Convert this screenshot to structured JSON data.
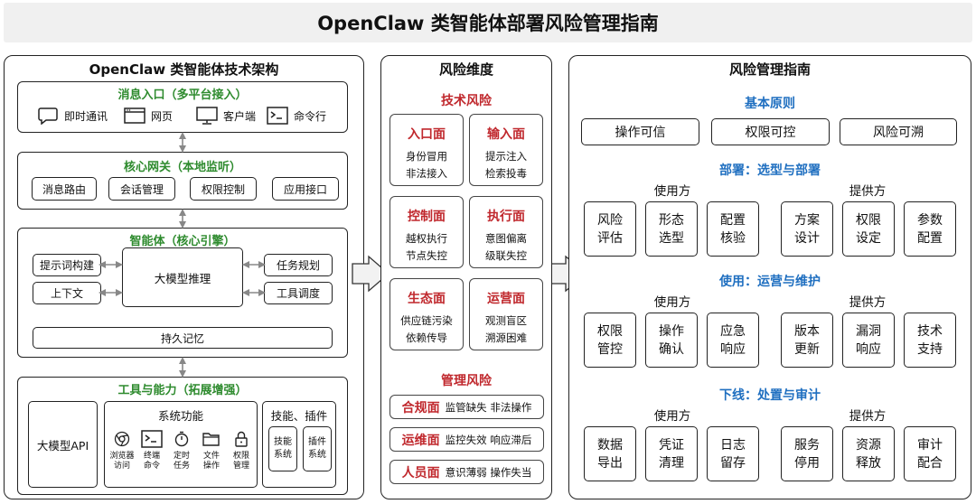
{
  "title": "OpenClaw 类智能体部署风险管理指南",
  "left": {
    "title": "OpenClaw 类智能体技术架构",
    "msg": {
      "title": "消息入口（多平台接入）",
      "items": [
        {
          "label": "即时通讯",
          "icon": "chat-bubble-icon"
        },
        {
          "label": "网页",
          "icon": "browser-window-icon"
        },
        {
          "label": "客户端",
          "icon": "monitor-icon"
        },
        {
          "label": "命令行",
          "icon": "terminal-icon"
        }
      ]
    },
    "gateway": {
      "title": "核心网关（本地监听）",
      "items": [
        "消息路由",
        "会话管理",
        "权限控制",
        "应用接口"
      ]
    },
    "agent": {
      "title": "智能体（核心引擎）",
      "center": "大模型推理",
      "left_items": [
        "提示词构建",
        "上下文"
      ],
      "right_items": [
        "任务规划",
        "工具调度"
      ],
      "memory": "持久记忆"
    },
    "tools": {
      "title": "工具与能力（拓展增强）",
      "llm_api": "大模型API",
      "sys_title": "系统功能",
      "sys_items": [
        {
          "label": "浏览器\n访问",
          "icon": "chrome-icon"
        },
        {
          "label": "终端\n命令",
          "icon": "terminal-icon"
        },
        {
          "label": "定时\n任务",
          "icon": "stopwatch-icon"
        },
        {
          "label": "文件\n操作",
          "icon": "folder-icon"
        },
        {
          "label": "权限\n管理",
          "icon": "lock-icon"
        }
      ],
      "skills_title": "技能、插件",
      "skills_items": [
        "技能\n系统",
        "插件\n系统"
      ]
    }
  },
  "middle": {
    "title": "风险维度",
    "tech_title": "技术风险",
    "tech_items": [
      {
        "head": "入口面",
        "lines": [
          "身份冒用",
          "非法接入"
        ]
      },
      {
        "head": "输入面",
        "lines": [
          "提示注入",
          "检索投毒"
        ]
      },
      {
        "head": "控制面",
        "lines": [
          "越权执行",
          "节点失控"
        ]
      },
      {
        "head": "执行面",
        "lines": [
          "意图偏离",
          "级联失控"
        ]
      },
      {
        "head": "生态面",
        "lines": [
          "供应链污染",
          "依赖传导"
        ]
      },
      {
        "head": "运营面",
        "lines": [
          "观测盲区",
          "溯源困难"
        ]
      }
    ],
    "mgmt_title": "管理风险",
    "mgmt_items": [
      {
        "head": "合规面",
        "text": "监管缺失 非法操作"
      },
      {
        "head": "运维面",
        "text": "监控失效 响应滞后"
      },
      {
        "head": "人员面",
        "text": "意识薄弱 操作失当"
      }
    ]
  },
  "right": {
    "title": "风险管理指南",
    "principles_title": "基本原则",
    "principles": [
      "操作可信",
      "权限可控",
      "风险可溯"
    ],
    "user_label": "使用方",
    "provider_label": "提供方",
    "stages": [
      {
        "title": "部署：选型与部署",
        "user": [
          "风险\n评估",
          "形态\n选型",
          "配置\n核验"
        ],
        "provider": [
          "方案\n设计",
          "权限\n设定",
          "参数\n配置"
        ]
      },
      {
        "title": "使用：运营与维护",
        "user": [
          "权限\n管控",
          "操作\n确认",
          "应急\n响应"
        ],
        "provider": [
          "版本\n更新",
          "漏洞\n响应",
          "技术\n支持"
        ]
      },
      {
        "title": "下线：处置与审计",
        "user": [
          "数据\n导出",
          "凭证\n清理",
          "日志\n留存"
        ],
        "provider": [
          "服务\n停用",
          "资源\n释放",
          "审计\n配合"
        ]
      }
    ]
  },
  "colors": {
    "green": "#2e8b2e",
    "red": "#c0282d",
    "blue": "#1f6fc0"
  }
}
